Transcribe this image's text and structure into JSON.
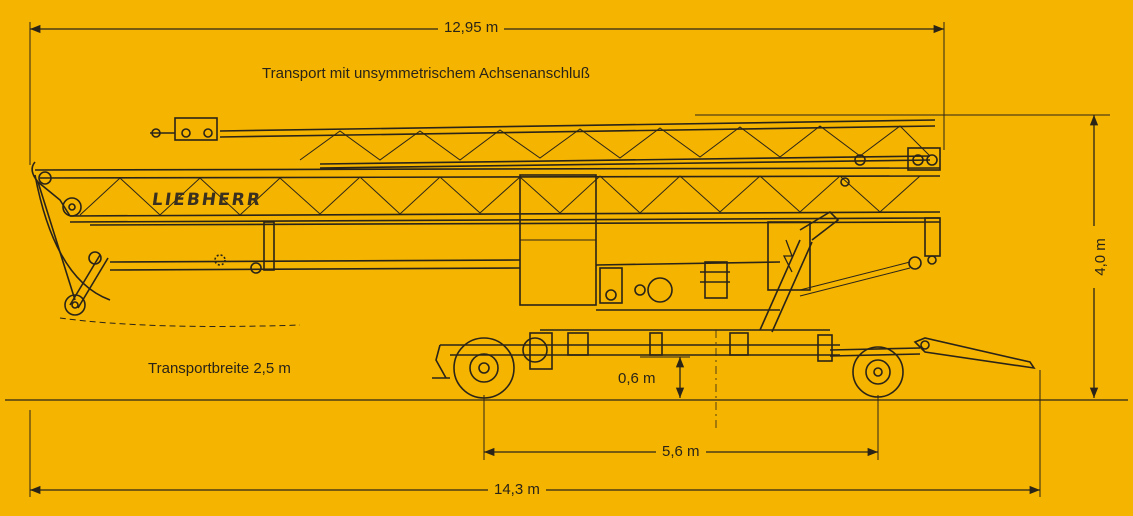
{
  "title": "Transport mit unsymmetrischem Achsenanschluß",
  "brand": "LIEBHERR",
  "transport_width": "Transportbreite 2,5 m",
  "dimensions": {
    "total_boom_length": "12,95 m",
    "total_length": "14,3 m",
    "axle_spacing": "5,6 m",
    "height": "4,0 m",
    "ground_clearance": "0,6 m"
  },
  "colors": {
    "background": "#f5b400",
    "ink": "#2a2418"
  }
}
